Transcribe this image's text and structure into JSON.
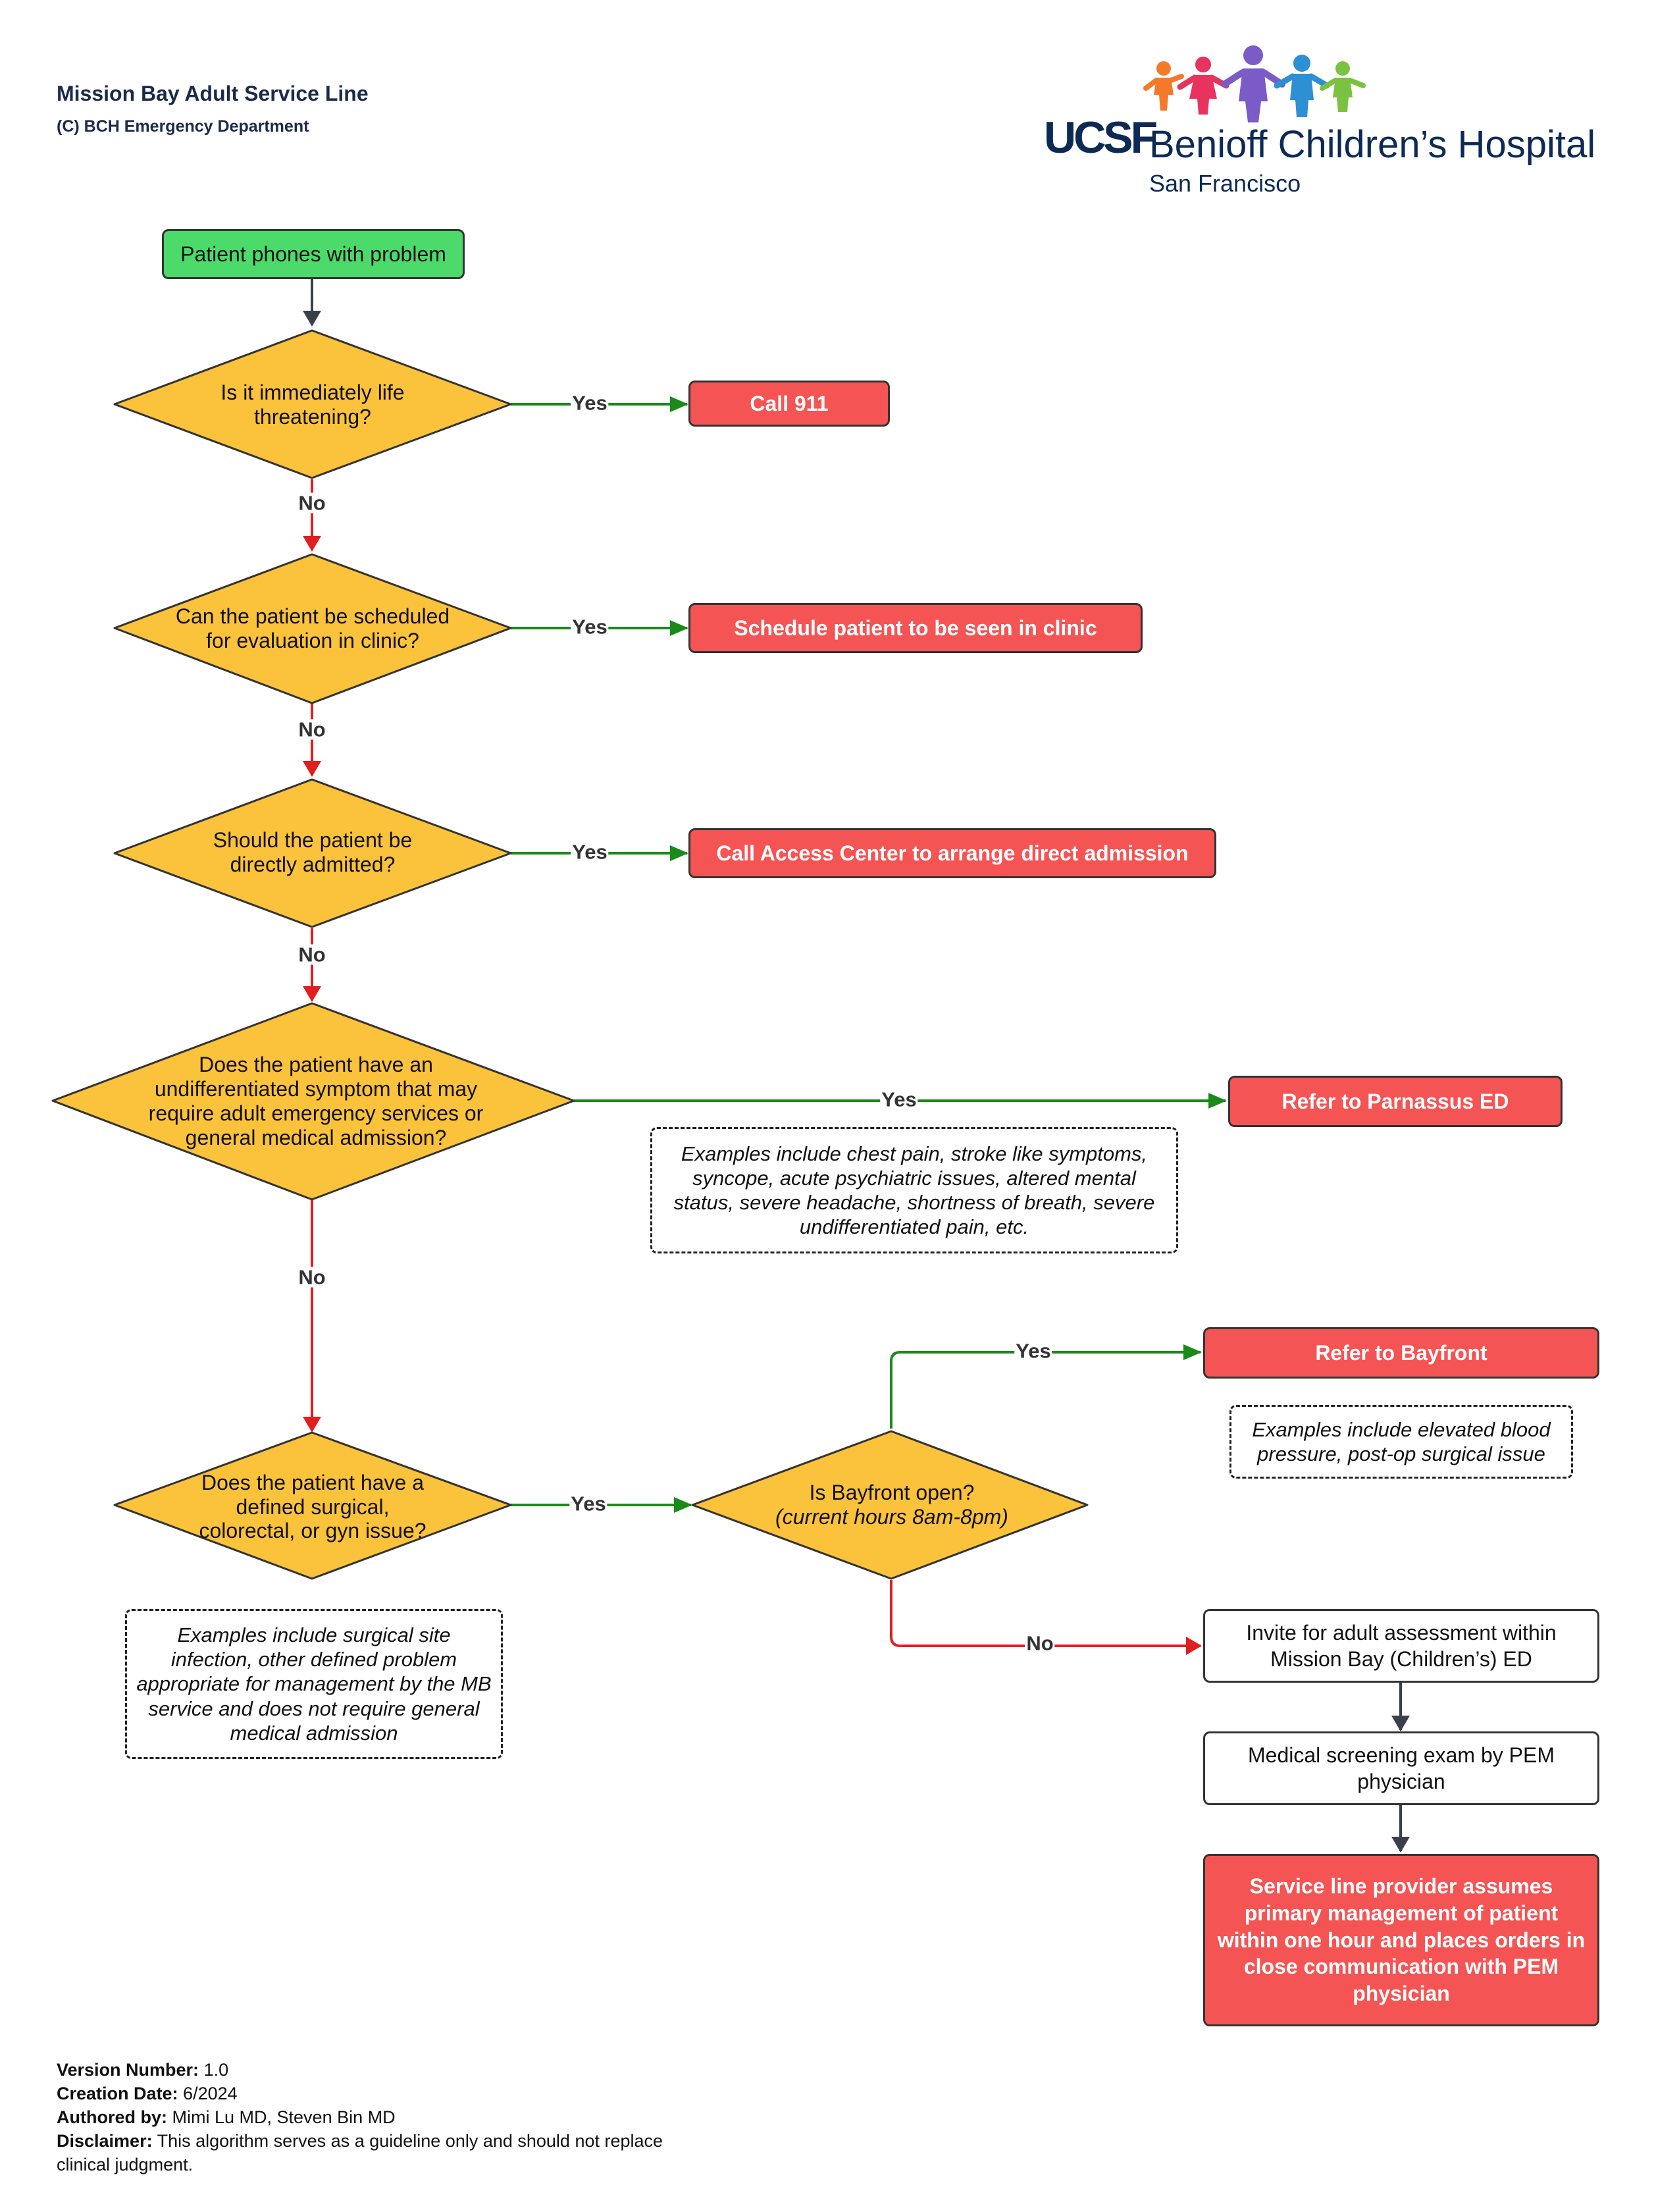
{
  "header": {
    "title": "Mission Bay Adult Service Line",
    "subtitle": "(C) BCH Emergency Department"
  },
  "logo": {
    "ucsf": "UCSF",
    "name": "Benioff Children’s Hospital",
    "location": "San Francisco",
    "figure_colors": [
      "#f47a2b",
      "#e8335e",
      "#7a5bc7",
      "#2e8fd3",
      "#7cc242"
    ]
  },
  "colors": {
    "start_node": "#4cdb6a",
    "decision_node": "#fbc23b",
    "action_node": "#f55454",
    "yes_arrow": "#1a8a1a",
    "no_arrow": "#e02020",
    "neutral_arrow": "#3a3f4a"
  },
  "nodes": {
    "start": "Patient phones with problem",
    "d1": "Is it immediately life threatening?",
    "call911": "Call 911",
    "d2": "Can the patient be scheduled for evaluation in clinic?",
    "clinic": "Schedule patient to be seen in clinic",
    "d3": "Should the patient be directly admitted?",
    "access": "Call Access Center to arrange direct admission",
    "d4": "Does the patient have an undifferentiated symptom that may require adult emergency services or general medical admission?",
    "parnassus": "Refer to Parnassus ED",
    "note_parnassus": "Examples include chest pain, stroke like symptoms, syncope, acute psychiatric issues, altered mental status, severe headache, shortness of breath, severe undifferentiated pain, etc.",
    "d5": "Does the patient have a defined surgical, colorectal, or gyn issue?",
    "note_surgical": "Examples include surgical site infection, other defined problem appropriate for management by the MB service and does not require general medical admission",
    "d6_line1": "Is Bayfront open?",
    "d6_line2": "(current hours 8am-8pm)",
    "bayfront": "Refer to Bayfront",
    "note_bayfront": "Examples include elevated blood pressure, post-op surgical issue",
    "invite": "Invite for adult assessment within Mission Bay (Children’s) ED",
    "screening": "Medical screening exam by PEM physician",
    "service": "Service line provider assumes primary management of patient within one hour and places orders in close communication with PEM physician"
  },
  "edge_labels": {
    "yes": "Yes",
    "no": "No"
  },
  "footer": {
    "version_label": "Version Number:",
    "version": "1.0",
    "created_label": "Creation Date:",
    "created": "6/2024",
    "authors_label": "Authored by:",
    "authors": "Mimi Lu MD, Steven Bin MD",
    "disclaimer_label": "Disclaimer:",
    "disclaimer": "This algorithm serves as a guideline only and should not replace clinical judgment."
  }
}
